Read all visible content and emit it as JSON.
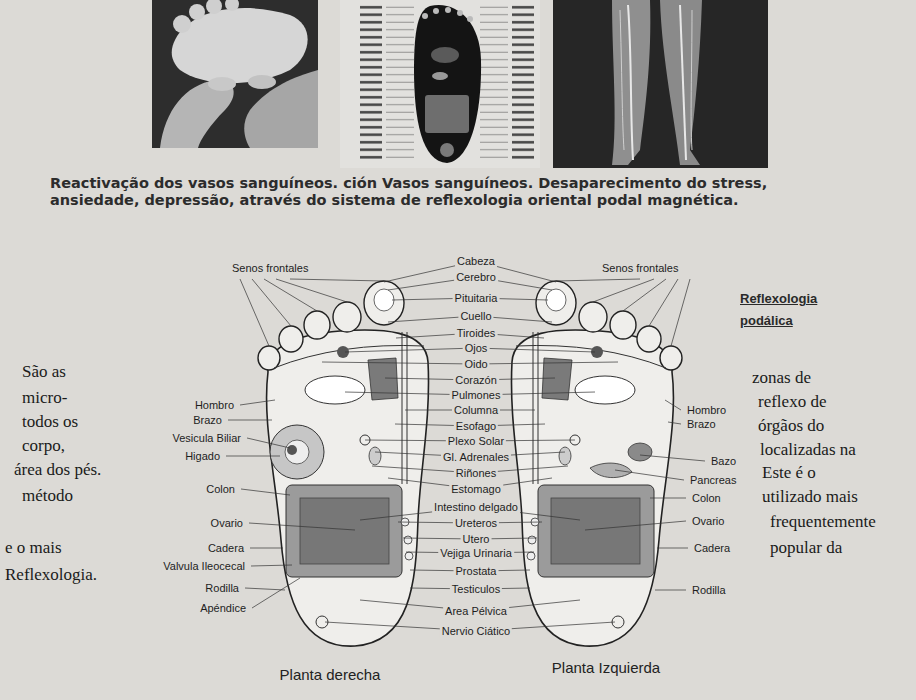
{
  "diagram": {
    "title": "Reflexologia podálica",
    "caption": "Reactivação dos vasos sanguíneos. ción Vasos sanguíneos. Desaparecimento do stress, ansiedade, depressão, através do sistema de reflexologia oriental podal magnética.",
    "labels": [
      "Senos frontales",
      "Cabeza",
      "Senos frontales",
      "Cerebro",
      "Pituitaria",
      "Cuello",
      "Tiroides",
      "Ojos",
      "Oido",
      "Corazón",
      "Pulmones",
      "Columna",
      "Esofago",
      "Plexo Solar",
      "Gl. Adrenales",
      "Riñones",
      "Estomago",
      "Intestino delgado",
      "Ureteros",
      "Utero",
      "Vejiga Urinaria",
      "Prostata",
      "Testiculos",
      "Area Pélvica",
      "Nervio Ciático",
      "Hombro",
      "Brazo",
      "Vesicula Biliar",
      "Higado",
      "Colon",
      "Ovario",
      "Cadera",
      "Valvula Ileocecal",
      "Rodilla",
      "Apéndice",
      "Hombro",
      "Brazo",
      "Bazo",
      "Pancreas",
      "Colon",
      "Ovario",
      "Cadera",
      "Rodilla",
      "Planta derecha",
      "Planta Izquierda",
      "São as",
      "micro-",
      "todos os",
      "corpo,",
      "área dos pés.",
      "método",
      "e o mais",
      "Reflexologia.",
      "zonas de",
      "reflexo de",
      "órgãos do",
      "localizadas na",
      "Este é o",
      "utilizado mais",
      "frequentemente",
      "popular da"
    ]
  }
}
